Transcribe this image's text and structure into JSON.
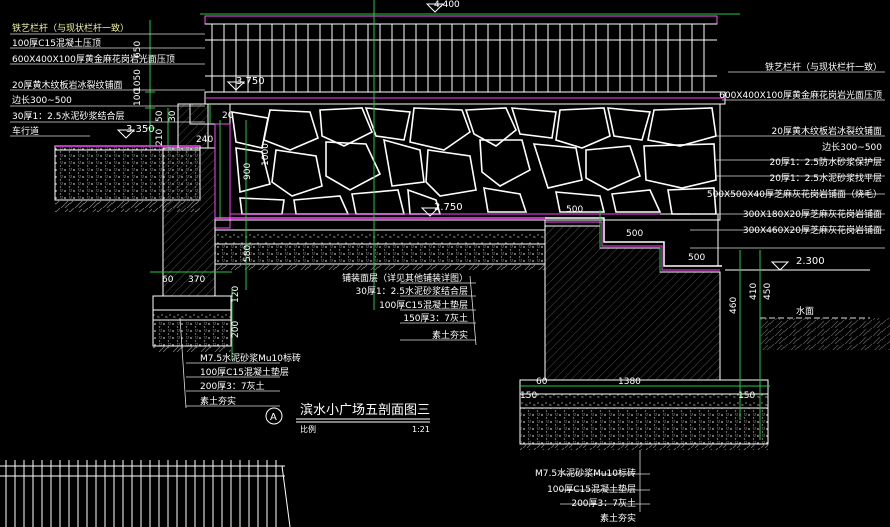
{
  "colors": {
    "background": "#000000",
    "outline": "#ffffff",
    "dimension": "#27c93f",
    "membrane": "#ff44ff",
    "hatch": "#8a8a8a",
    "leader": "#dddddd"
  },
  "drawing": {
    "title": "滨水小广场五剖面图三",
    "scale_label": "比例",
    "scale_value": "1:21",
    "section_mark": "A"
  },
  "elevations": {
    "top": "4.400",
    "upper": "3.750",
    "left_ground": "3.350",
    "platform": "2.750",
    "water": "2.300",
    "water_label": "水面"
  },
  "left_notes": [
    "铁艺栏杆（与现状栏杆一致）",
    "100厚C15混凝土压顶",
    "600X400X100厚黄金麻花岗岩光面压顶",
    "20厚黄木纹板岩冰裂纹铺面",
    "边长300~500",
    "30厚1：2.5水泥砂浆结合层",
    "车行道"
  ],
  "right_notes": [
    "铁艺栏杆（与现状栏杆一致）",
    "600X400X100厚黄金麻花岗岩光面压顶",
    "20厚黄木纹板岩冰裂纹铺面",
    "边长300~500",
    "20厚1：2.5防水砂浆保护层",
    "20厚1：2.5水泥砂浆找平层",
    "500X500X40厚芝麻灰花岗岩铺面（烧毛）",
    "300X180X20厚芝麻灰花岗岩铺面",
    "300X460X20厚芝麻灰花岗岩铺面"
  ],
  "middle_notes": [
    "铺装面层（详见其他铺装详图）",
    "30厚1：2.5水泥砂浆结合层",
    "100厚C15混凝土垫层",
    "150厚3：7灰土",
    "素土夯实"
  ],
  "foundation_notes_left": [
    "M7.5水泥砂浆Mu10标砖",
    "100厚C15混凝土垫层",
    "200厚3：7灰土",
    "素土夯实"
  ],
  "foundation_notes_bottom": [
    "M7.5水泥砂浆Mu10标砖",
    "100厚C15混凝土垫层",
    "200厚3：7灰土",
    "素土夯实"
  ],
  "dims": {
    "rail_650": "650",
    "rail_1050": "1050",
    "d100": "100",
    "d50": "50",
    "d30": "30",
    "d20": "20",
    "d210": "210",
    "d240": "240",
    "d900": "900",
    "d1000": "1000",
    "d580": "580",
    "d120": "120",
    "d60": "60",
    "d370": "370",
    "d200": "200",
    "d500a": "500",
    "d500b": "500",
    "d500c": "500",
    "d460": "460",
    "d410": "410",
    "d450": "450",
    "d1380": "1380",
    "d150": "150",
    "d150b": "150",
    "d60b": "60"
  }
}
